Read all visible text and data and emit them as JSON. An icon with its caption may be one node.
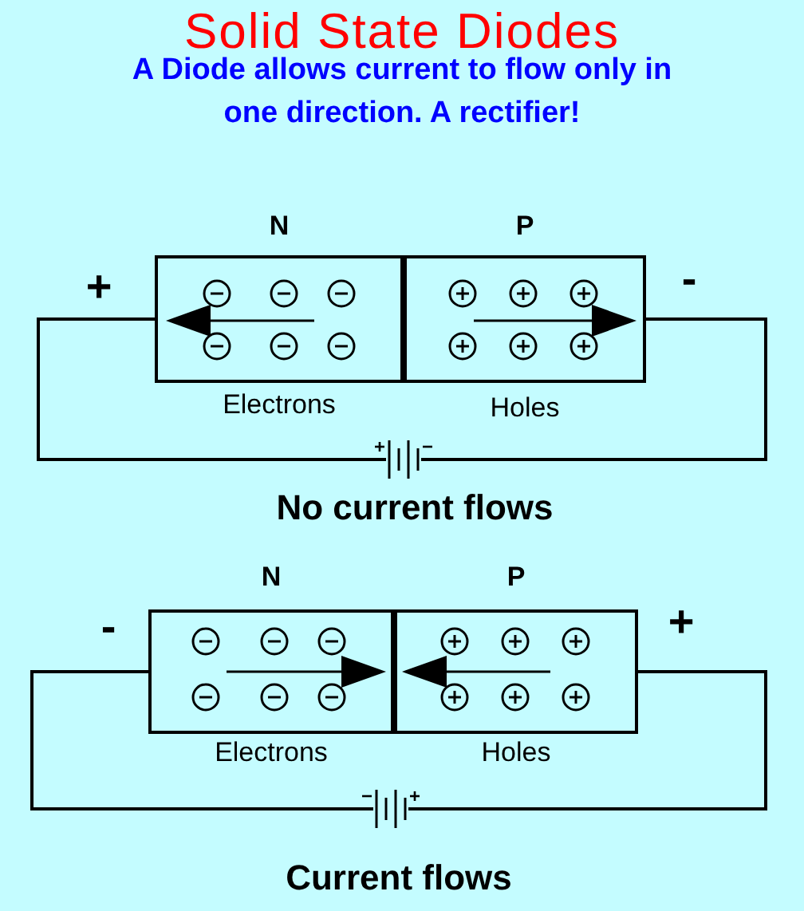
{
  "diagram": {
    "title": "Solid State Diodes",
    "nodes": [
      {
        "text": [
          "N",
          "Electrons"
        ]
      },
      {
        "text": [
          "P",
          "Holes"
        ]
      },
      {
        "text": [],
        "shape": "battery"
      },
      {
        "text": [
          "N",
          "Electrons"
        ]
      },
      {
        "text": [
          "P",
          "Holes"
        ]
      },
      {
        "text": [],
        "shape": "battery"
      }
    ],
    "edges": [
      {
        "from": 0,
        "to": 2,
        "arrow": "none"
      },
      {
        "from": 2,
        "to": 1,
        "arrow": "none"
      },
      {
        "from": 3,
        "to": 5,
        "arrow": "none"
      },
      {
        "from": 5,
        "to": 4,
        "arrow": "none"
      }
    ],
    "labels": [
      "A Diode allows current to flow only in one direction. A rectifier!",
      "+",
      "-",
      "No current flows",
      "-",
      "+",
      "Current flows"
    ]
  }
}
